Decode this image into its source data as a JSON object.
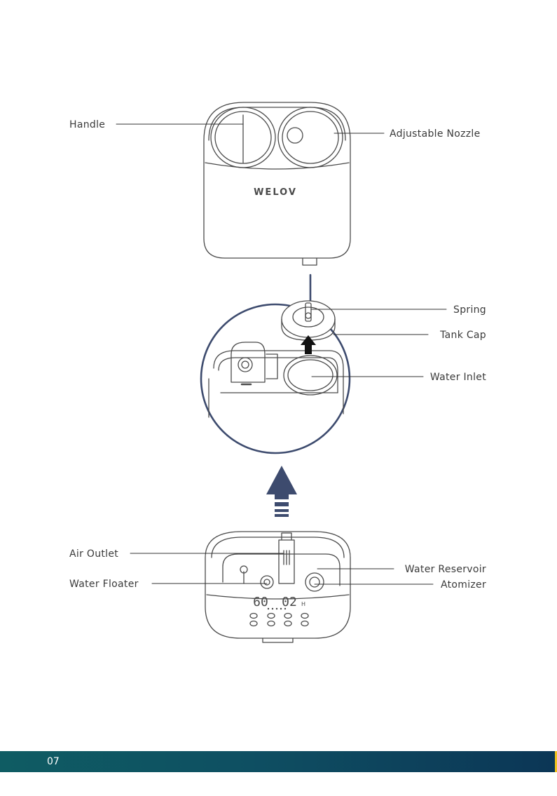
{
  "brand": "WELOV",
  "labels": {
    "handle": "Handle",
    "adjustable_nozzle": "Adjustable Nozzle",
    "spring": "Spring",
    "tank_cap": "Tank Cap",
    "water_inlet": "Water Inlet",
    "air_outlet": "Air Outlet",
    "water_reservoir": "Water Reservoir",
    "water_floater": "Water Floater",
    "atomizer": "Atomizer"
  },
  "display": {
    "humidity": "60",
    "timer": "02",
    "timer_unit": "H"
  },
  "footer": {
    "page_number": "07"
  },
  "colors": {
    "accent_navy": "#3d4b6e",
    "footer_teal": "#0f5c63",
    "footer_navy": "#0c3656",
    "footer_edge": "#f2c21d"
  }
}
